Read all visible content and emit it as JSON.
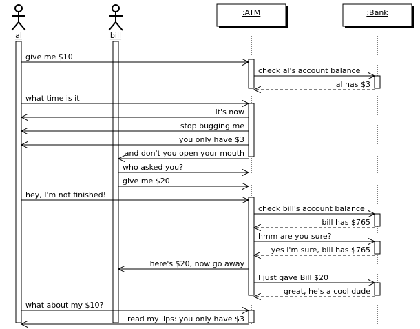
{
  "actors": [
    {
      "id": "al",
      "label": "al",
      "kind": "stick"
    },
    {
      "id": "bill",
      "label": "bill",
      "kind": "stick"
    },
    {
      "id": "atm",
      "label": ":ATM",
      "kind": "box"
    },
    {
      "id": "bank",
      "label": ":Bank",
      "kind": "box"
    }
  ],
  "messages": [
    {
      "from": "al",
      "to": "atm",
      "text": "give me $10",
      "style": "solid"
    },
    {
      "from": "atm",
      "to": "bank",
      "text": "check al's account balance",
      "style": "solid"
    },
    {
      "from": "bank",
      "to": "atm",
      "text": "al has $3",
      "style": "dashed"
    },
    {
      "from": "al",
      "to": "atm",
      "text": "what time is it",
      "style": "solid"
    },
    {
      "from": "atm",
      "to": "al",
      "text": "it's now",
      "style": "solid"
    },
    {
      "from": "atm",
      "to": "al",
      "text": "stop bugging me",
      "style": "solid"
    },
    {
      "from": "atm",
      "to": "al",
      "text": "you only have $3",
      "style": "solid"
    },
    {
      "from": "atm",
      "to": "bill",
      "text": "and don't you open your mouth",
      "style": "solid"
    },
    {
      "from": "bill",
      "to": "atm",
      "text": "who asked you?",
      "style": "solid"
    },
    {
      "from": "bill",
      "to": "atm",
      "text": "give me $20",
      "style": "solid"
    },
    {
      "from": "al",
      "to": "atm",
      "text": "hey, I'm not finished!",
      "style": "solid"
    },
    {
      "from": "atm",
      "to": "bank",
      "text": "check bill's account balance",
      "style": "solid"
    },
    {
      "from": "bank",
      "to": "atm",
      "text": "bill has $765",
      "style": "dashed"
    },
    {
      "from": "atm",
      "to": "bank",
      "text": "hmm are you sure?",
      "style": "solid"
    },
    {
      "from": "bank",
      "to": "atm",
      "text": "yes I'm sure, bill has $765",
      "style": "dashed"
    },
    {
      "from": "atm",
      "to": "bill",
      "text": "here's $20, now go away",
      "style": "solid"
    },
    {
      "from": "atm",
      "to": "bank",
      "text": "I just gave Bill $20",
      "style": "solid"
    },
    {
      "from": "bank",
      "to": "atm",
      "text": "great, he's a cool dude",
      "style": "dashed"
    },
    {
      "from": "al",
      "to": "atm",
      "text": "what about my $10?",
      "style": "solid"
    },
    {
      "from": "atm",
      "to": "al",
      "text": "read my lips: you only have $3",
      "style": "solid"
    }
  ]
}
